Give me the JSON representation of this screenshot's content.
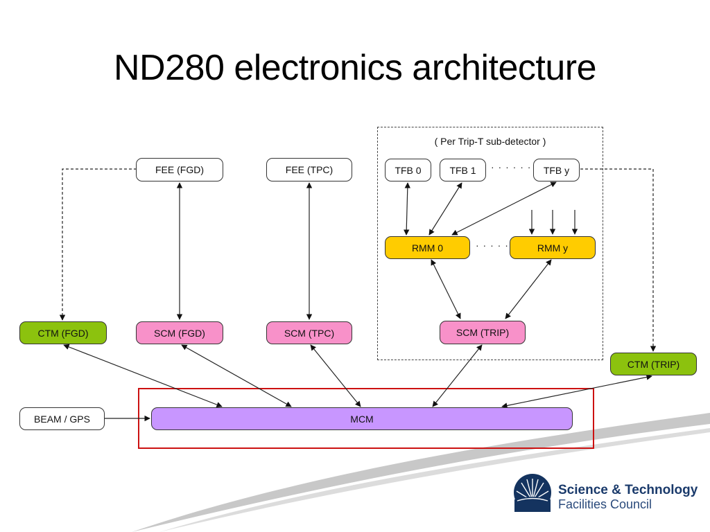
{
  "slide": {
    "title": "ND280 electronics architecture"
  },
  "diagram": {
    "group_label": "( Per Trip-T sub-detector )",
    "dots_tfb": "· · · · · · ·",
    "dots_rmm": "· · · · ·",
    "boxes": {
      "fee_fgd": "FEE (FGD)",
      "fee_tpc": "FEE (TPC)",
      "tfb_0": "TFB 0",
      "tfb_1": "TFB 1",
      "tfb_y": "TFB y",
      "rmm_0": "RMM 0",
      "rmm_y": "RMM y",
      "ctm_fgd": "CTM (FGD)",
      "scm_fgd": "SCM (FGD)",
      "scm_tpc": "SCM (TPC)",
      "scm_trip": "SCM (TRIP)",
      "ctm_trip": "CTM (TRIP)",
      "beam_gps": "BEAM / GPS",
      "mcm": "MCM"
    },
    "colors": {
      "ctm": "#8cc20e",
      "scm": "#f891c9",
      "rmm": "#ffcc00",
      "mcm": "#c896ff",
      "highlight": "#cc1111"
    }
  },
  "logo": {
    "line1": "Science & Technology",
    "line2": "Facilities Council"
  }
}
